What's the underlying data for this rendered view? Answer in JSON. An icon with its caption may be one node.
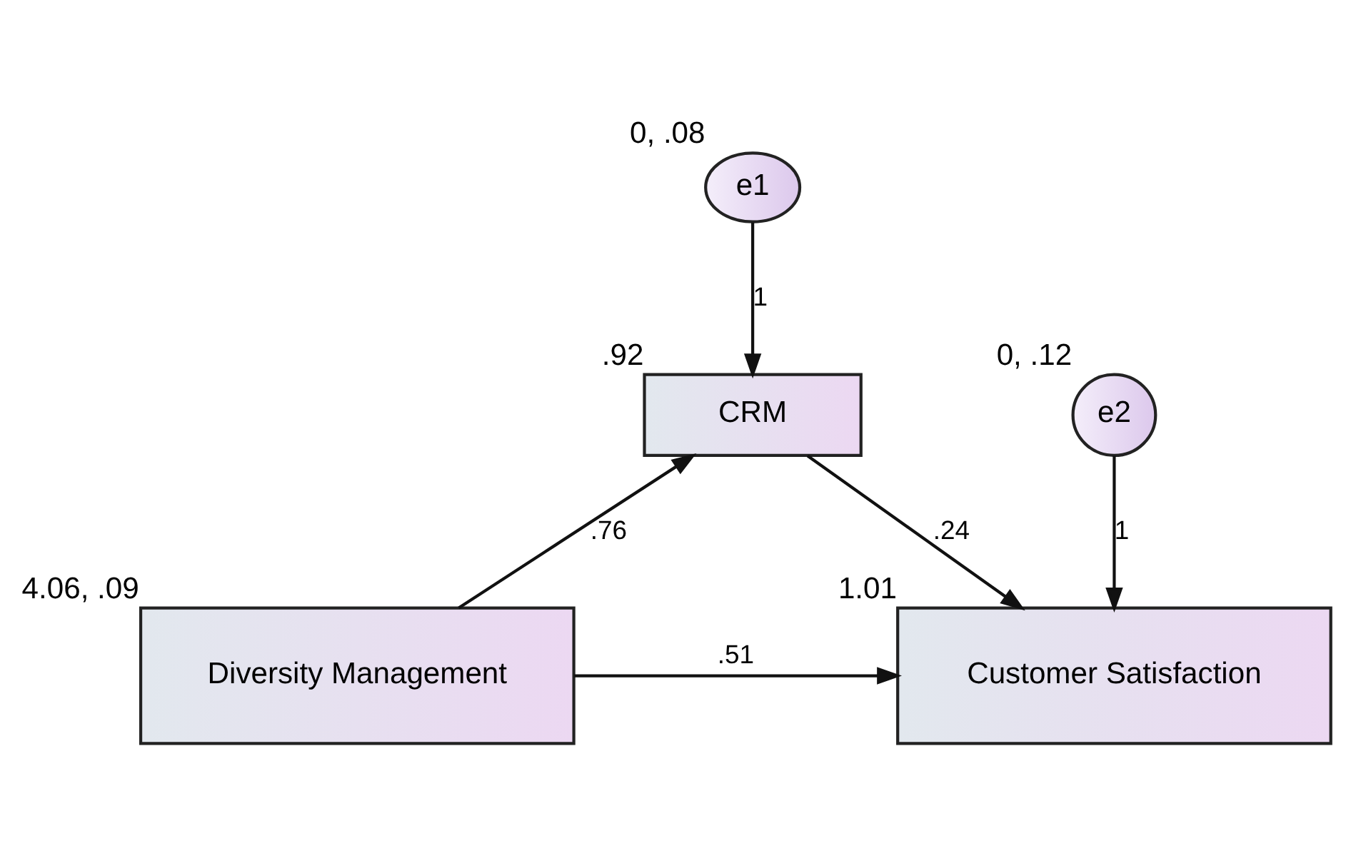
{
  "diagram": {
    "nodes": [
      {
        "text": [
          "e1"
        ],
        "beside": [
          "0, .08"
        ]
      },
      {
        "text": [
          "CRM"
        ],
        "beside": [
          ".92"
        ]
      },
      {
        "text": [
          "e2"
        ],
        "beside": [
          "0, .12"
        ]
      },
      {
        "text": [
          "Diversity Management"
        ],
        "beside": [
          "4.06, .09"
        ]
      },
      {
        "text": [
          "Customer Satisfaction"
        ],
        "beside": [
          "1.01"
        ]
      }
    ],
    "edges": [
      {
        "from": 0,
        "to": 1,
        "arrow": "to",
        "label": "1"
      },
      {
        "from": 3,
        "to": 1,
        "arrow": "to",
        "label": ".76"
      },
      {
        "from": 1,
        "to": 4,
        "arrow": "to",
        "label": ".24"
      },
      {
        "from": 2,
        "to": 4,
        "arrow": "to",
        "label": "1"
      },
      {
        "from": 3,
        "to": 4,
        "arrow": "to",
        "label": ".51"
      }
    ]
  }
}
